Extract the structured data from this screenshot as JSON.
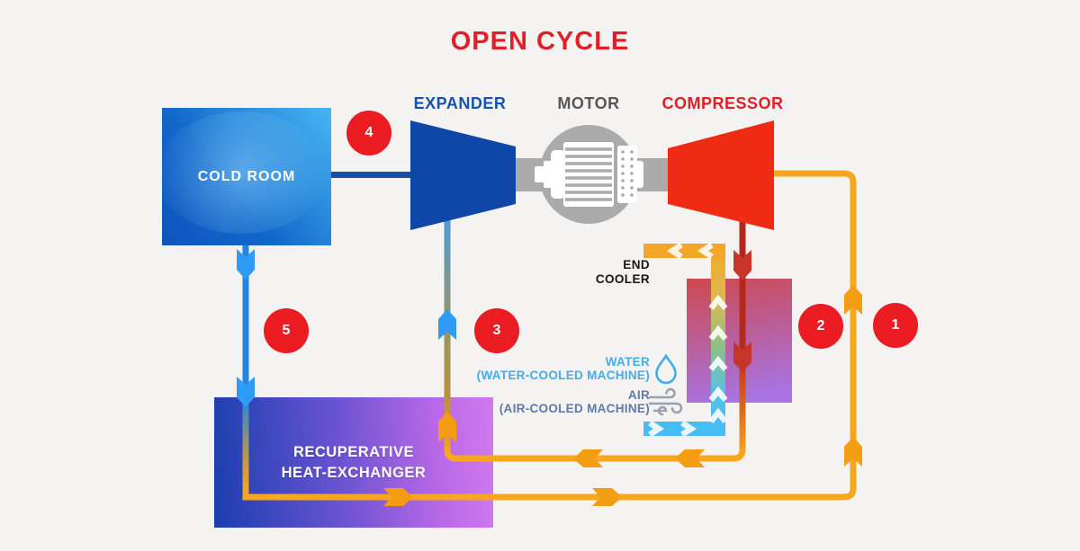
{
  "title": "OPEN CYCLE",
  "machines": {
    "expander": {
      "label": "EXPANDER"
    },
    "motor": {
      "label": "MOTOR",
      "icon": "electric-motor-icon"
    },
    "compressor": {
      "label": "COMPRESSOR"
    }
  },
  "blocks": {
    "cold_room": {
      "label": "COLD ROOM"
    },
    "end_cooler": {
      "line1": "END",
      "line2": "COOLER"
    },
    "recuperative_heat_exchanger": {
      "line1": "RECUPERATIVE",
      "line2": "HEAT-EXCHANGER"
    }
  },
  "coolant_legend": {
    "water": {
      "label": "WATER",
      "sublabel": "(WATER-COOLED MACHINE)",
      "icon": "water-drop-icon"
    },
    "air": {
      "label": "AIR",
      "sublabel": "(AIR-COOLED MACHINE)",
      "icon": "wind-icon"
    }
  },
  "stages": [
    {
      "number": "1"
    },
    {
      "number": "2"
    },
    {
      "number": "3"
    },
    {
      "number": "4"
    },
    {
      "number": "5"
    }
  ],
  "accent_colors": {
    "title_red": "#E21F26",
    "expander_blue": "#0E47A8",
    "compressor_red": "#EF2B14",
    "motor_gray": "#ABABAB",
    "hot_pipe_red": "#B3261C",
    "cold_pipe_blue": "#1F86E2",
    "orange_pipe": "#F6A71E",
    "coolant_blue": "#45BEF6",
    "stage_circle_red": "#EB1B22"
  }
}
